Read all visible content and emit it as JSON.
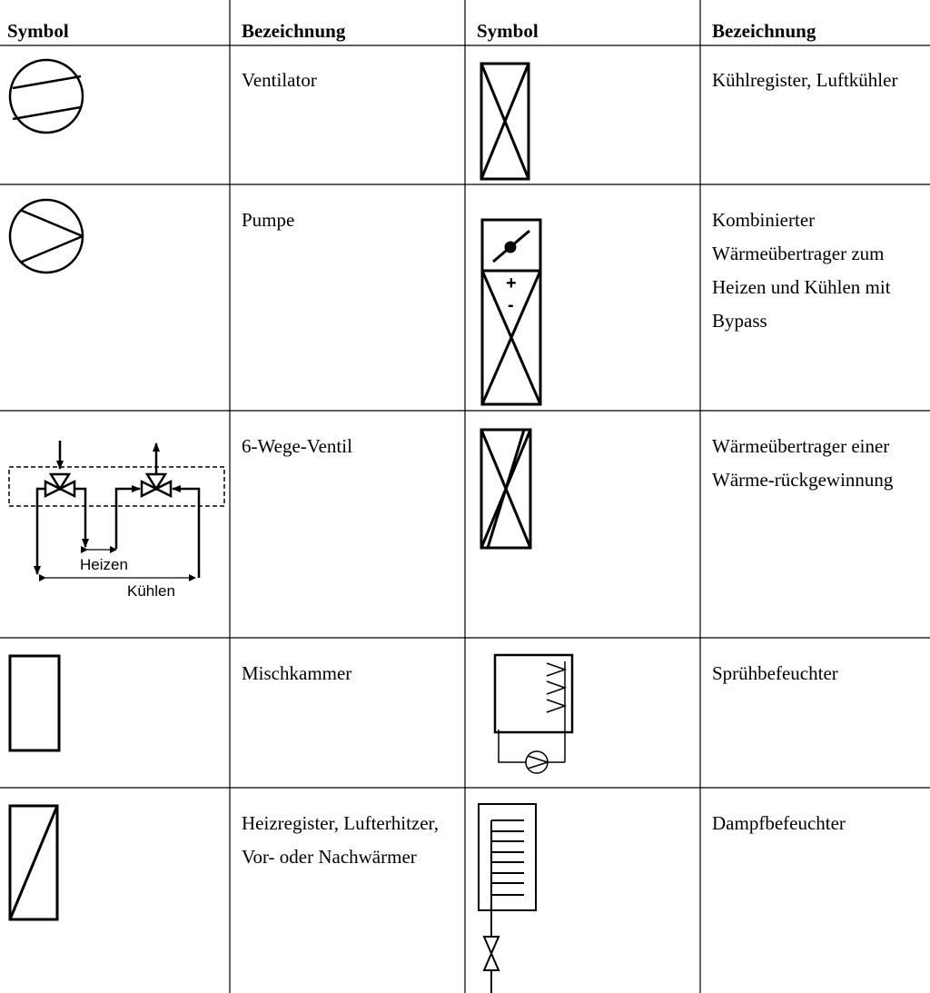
{
  "headers": [
    "Symbol",
    "Bezeichnung",
    "Symbol",
    "Bezeichnung"
  ],
  "rows": [
    {
      "left": "Ventilator",
      "right": "Kühlregister, Luftkühler"
    },
    {
      "left": "Pumpe",
      "right": "Kombinierter Wärmeübertrager zum Heizen und Kühlen mit Bypass"
    },
    {
      "left": "6-Wege-Ventil",
      "right": "Wärmeübertrager einer Wärme-rückgewinnung"
    },
    {
      "left": "Mischkammer",
      "right": "Sprühbefeuchter"
    },
    {
      "left": "Heizregister, Lufterhitzer, Vor- oder Nachwärmer",
      "right": "Dampfbefeuchter"
    }
  ],
  "valve_labels": {
    "heat": "Heizen",
    "cool": "Kühlen"
  },
  "bypass_signs": {
    "plus": "+",
    "minus": "-"
  }
}
